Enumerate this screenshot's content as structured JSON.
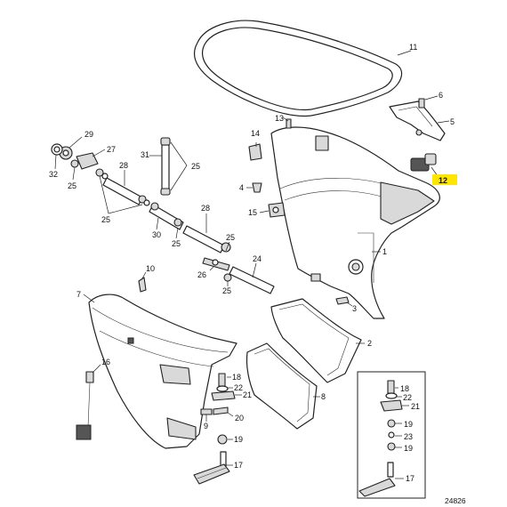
{
  "diagram": {
    "reference_number": "24826",
    "highlight_color": "#FFE600",
    "highlighted_callout": "12",
    "callouts": {
      "c1": "1",
      "c2": "2",
      "c3": "3",
      "c4": "4",
      "c5": "5",
      "c6": "6",
      "c7": "7",
      "c8": "8",
      "c9": "9",
      "c10": "10",
      "c11": "11",
      "c12": "12",
      "c13": "13",
      "c14": "14",
      "c15": "15",
      "c16": "16",
      "c17": "17",
      "c17b": "17",
      "c18": "18",
      "c18b": "18",
      "c19": "19",
      "c19b": "19",
      "c20": "20",
      "c21": "21",
      "c21b": "21",
      "c22": "22",
      "c22b": "22",
      "c23": "23",
      "c24": "24",
      "c25a": "25",
      "c25b": "25",
      "c25c": "25",
      "c25d": "25",
      "c25e": "25",
      "c26": "26",
      "c27": "27",
      "c28a": "28",
      "c28b": "28",
      "c29": "29",
      "c30": "30",
      "c31": "31",
      "c32": "32"
    }
  }
}
